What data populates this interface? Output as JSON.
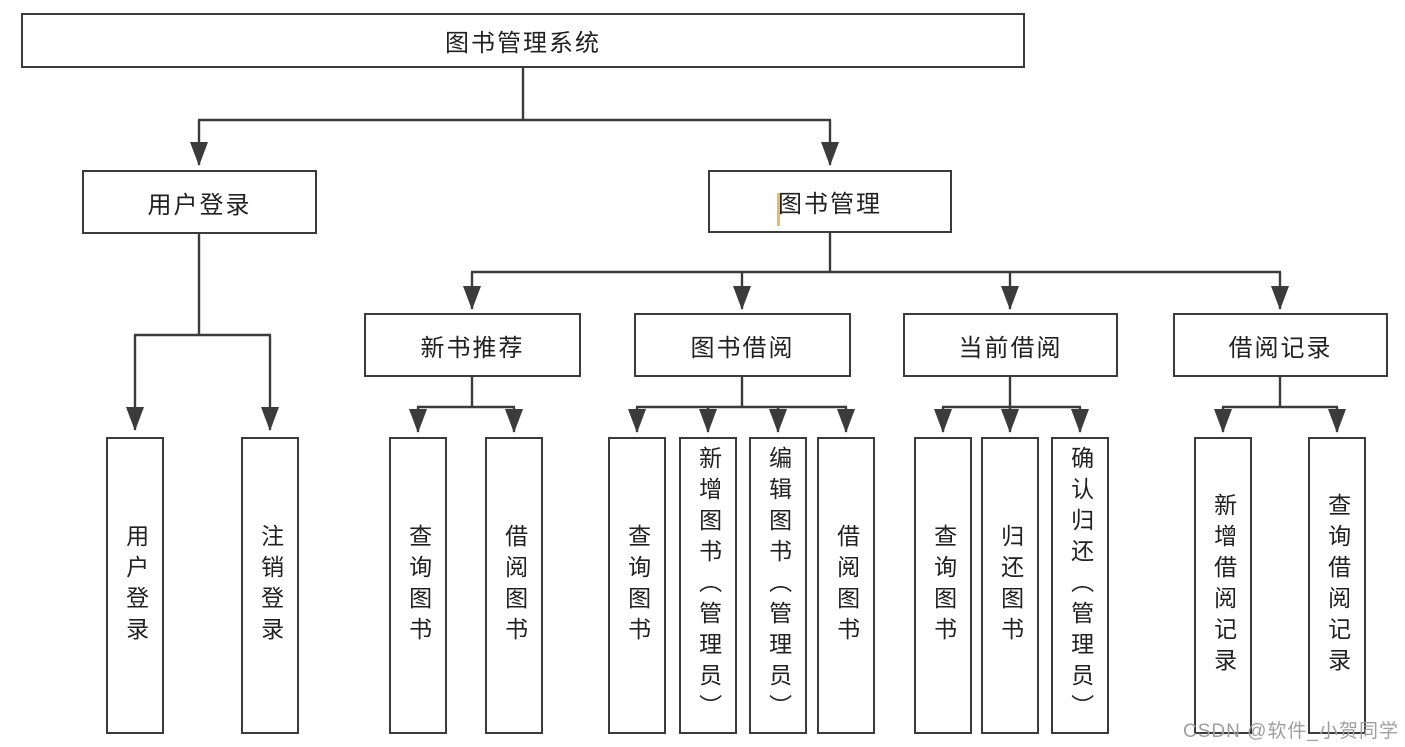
{
  "watermark": "CSDN @软件_小贺同学",
  "colors": {
    "line": "#3b3b3b",
    "box_border": "#3b3b3b",
    "text": "#212121",
    "watermark": "#9f9f9f",
    "cursor_artifact": "#e5bd62",
    "background": "#ffffff"
  },
  "tree": {
    "label": "图书管理系统",
    "children": [
      {
        "label": "用户登录",
        "children": [
          {
            "label": "用户登录"
          },
          {
            "label": "注销登录"
          }
        ]
      },
      {
        "label": "图书管理",
        "children": [
          {
            "label": "新书推荐",
            "children": [
              {
                "label": "查询图书"
              },
              {
                "label": "借阅图书"
              }
            ]
          },
          {
            "label": "图书借阅",
            "children": [
              {
                "label": "查询图书"
              },
              {
                "label": "新增图书（管理员）"
              },
              {
                "label": "编辑图书（管理员）"
              },
              {
                "label": "借阅图书"
              }
            ]
          },
          {
            "label": "当前借阅",
            "children": [
              {
                "label": "查询图书"
              },
              {
                "label": "归还图书"
              },
              {
                "label": "确认归还（管理员）"
              }
            ]
          },
          {
            "label": "借阅记录",
            "children": [
              {
                "label": "新增借阅记录"
              },
              {
                "label": "查询借阅记录"
              }
            ]
          }
        ]
      }
    ]
  }
}
